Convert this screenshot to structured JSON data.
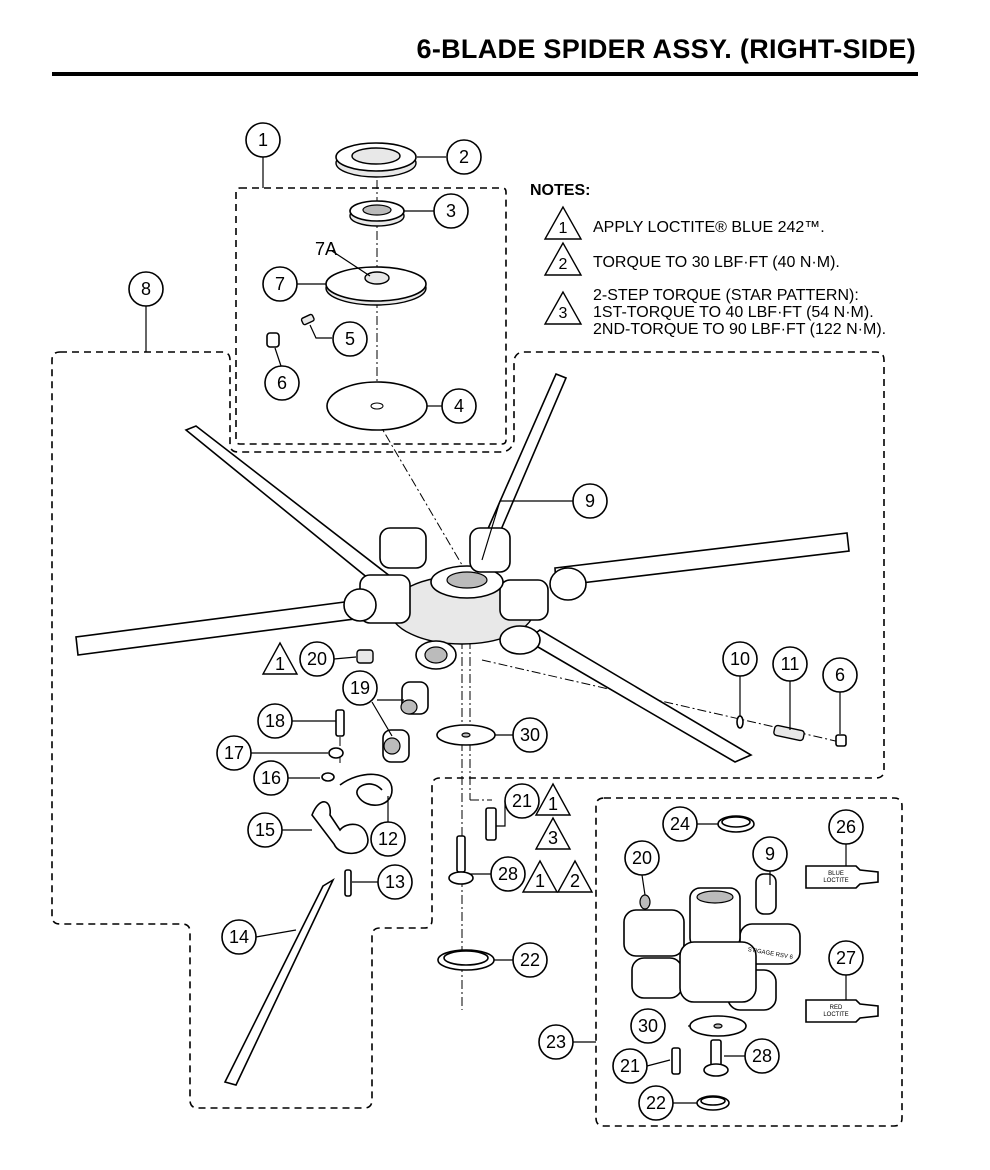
{
  "title": "6-BLADE SPIDER ASSY. (RIGHT-SIDE)",
  "notes": {
    "heading": "NOTES:",
    "items": [
      {
        "symbol": "1",
        "text": "APPLY LOCTITE® BLUE 242™."
      },
      {
        "symbol": "2",
        "text": "TORQUE TO 30 LBF·FT (40 N·M)."
      },
      {
        "symbol": "3",
        "lines": [
          "2-STEP TORQUE (STAR PATTERN):",
          "1ST-TORQUE TO 40 LBF·FT (54 N·M).",
          "2ND-TORQUE TO 90 LBF·FT (122 N·M)."
        ]
      }
    ]
  },
  "callouts": {
    "c1": "1",
    "c2": "2",
    "c3": "3",
    "c4": "4",
    "c5": "5",
    "c6a": "6",
    "c7": "7",
    "c7a": "7A",
    "c8": "8",
    "c9a": "9",
    "c10": "10",
    "c11": "11",
    "c6b": "6",
    "c20a": "20",
    "c19": "19",
    "c18": "18",
    "c17": "17",
    "c16": "16",
    "c15": "15",
    "c12": "12",
    "c13": "13",
    "c14": "14",
    "c30a": "30",
    "c21a": "21",
    "c28a": "28",
    "c22a": "22",
    "c24": "24",
    "c26": "26",
    "c20b": "20",
    "c9b": "9",
    "c27": "27",
    "c30b": "30",
    "c23": "23",
    "c21b": "21",
    "c28b": "28",
    "c22b": "22"
  },
  "note_refs": {
    "r20": "1",
    "r21top": "1",
    "r21bot": "3",
    "r28a": "1",
    "r28b": "2"
  },
  "labels": {
    "blue_tube_1": "BLUE",
    "blue_tube_2": "LOCTITE",
    "red_tube_1": "RED",
    "red_tube_2": "LOCTITE",
    "hub_marking": "STIGAGE RSV 6"
  }
}
